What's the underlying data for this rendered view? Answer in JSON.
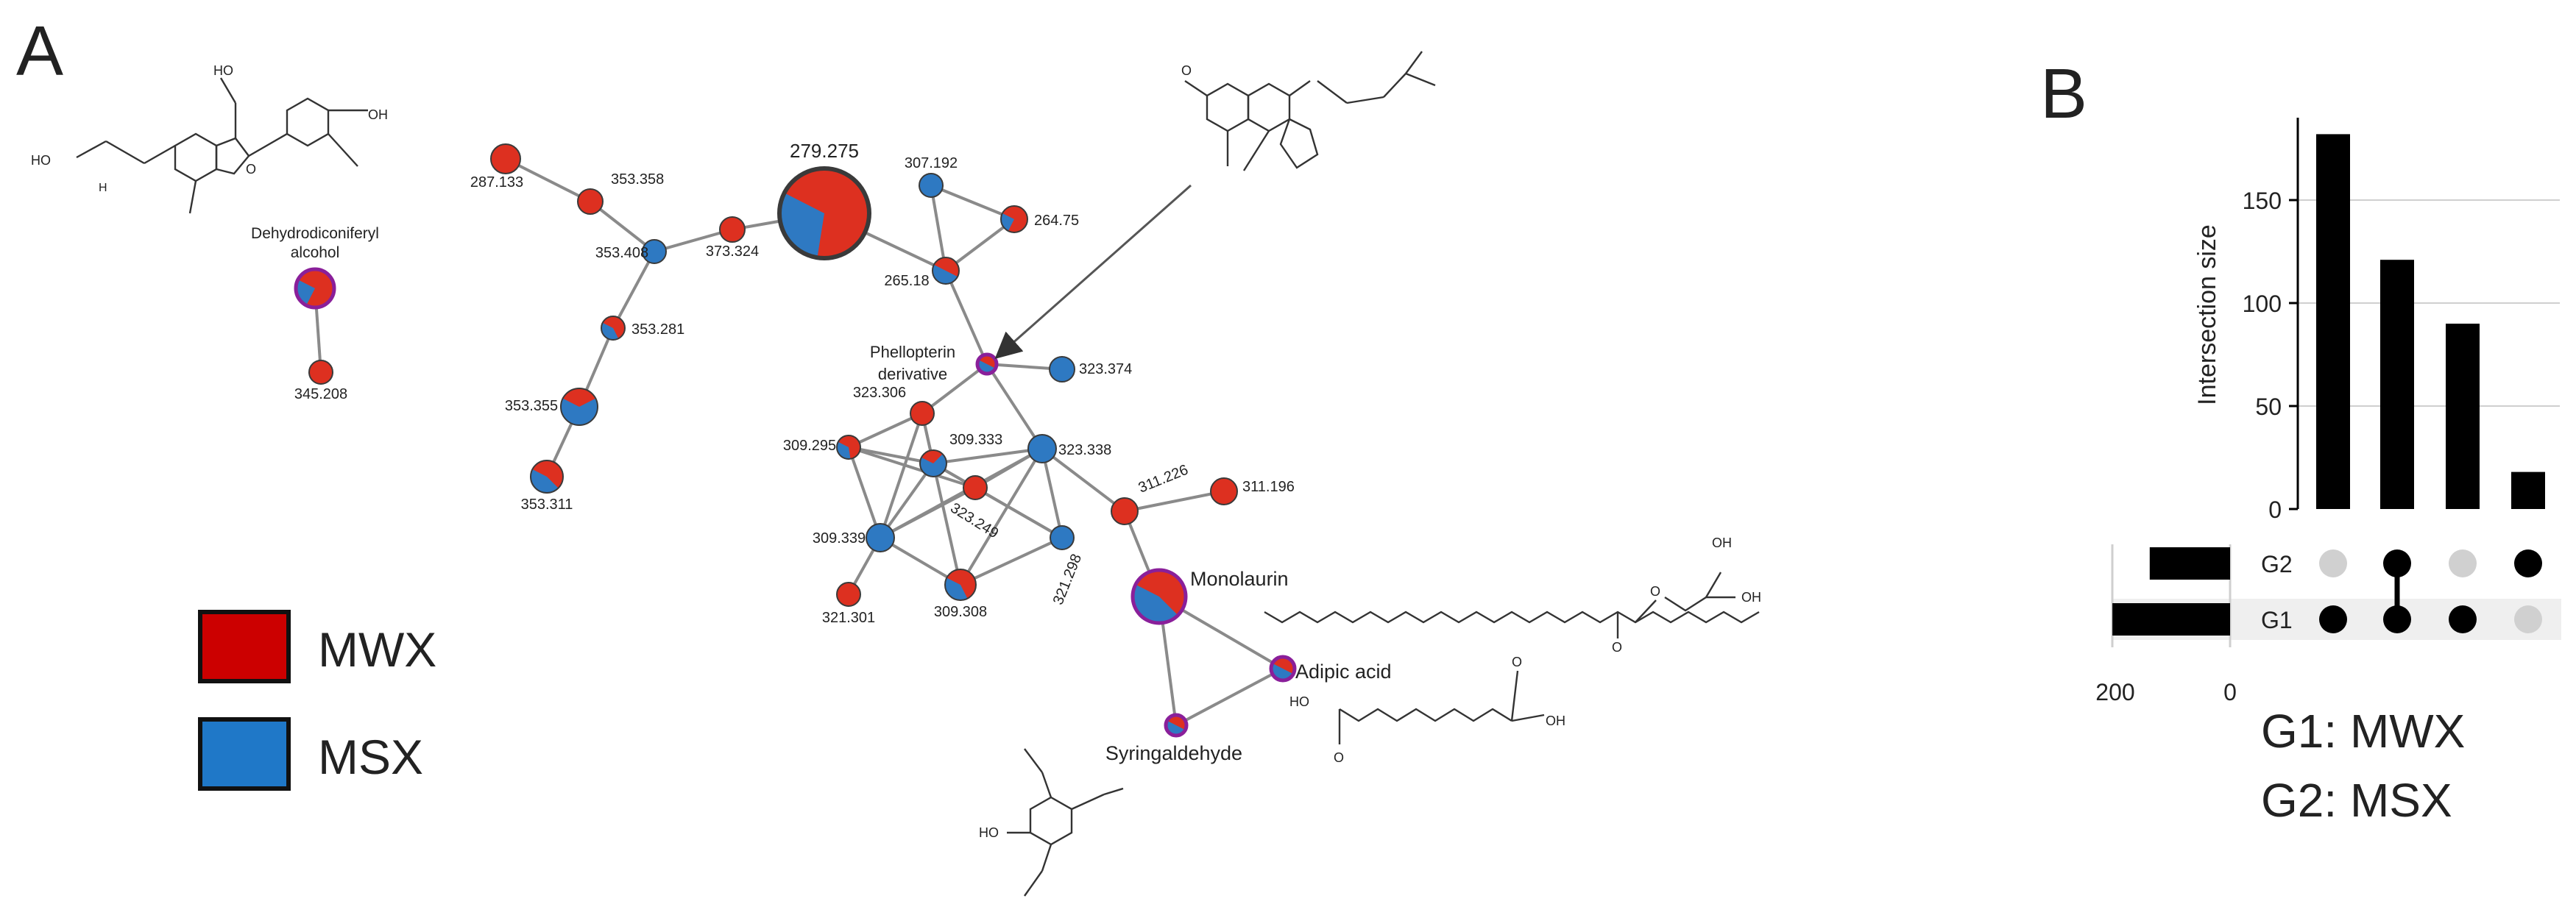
{
  "panels": {
    "a": "A",
    "b": "B"
  },
  "colors": {
    "mwx": "#dd3020",
    "msx": "#2e79c2",
    "edge": "#8a8a8a",
    "highlight": "#8a1f9a",
    "bar": "#000000",
    "dot_off": "#d0d0d0",
    "row_shade": "#efefef"
  },
  "legend": {
    "items": [
      {
        "label": "MWX",
        "color": "#cc0000"
      },
      {
        "label": "MSX",
        "color": "#1f78c8"
      }
    ]
  },
  "network": {
    "nodes": [
      {
        "id": "dehydro",
        "label": "",
        "mwx": 0.75,
        "highlight": true
      },
      {
        "id": "n345_208",
        "label": "345.208",
        "mwx": 1.0
      },
      {
        "id": "n287_133",
        "label": "287.133",
        "mwx": 1.0
      },
      {
        "id": "n353_358",
        "label": "353.358",
        "mwx": 1.0
      },
      {
        "id": "n353_408",
        "label": "353.408",
        "mwx": 0.0
      },
      {
        "id": "n373_324",
        "label": "373.324",
        "mwx": 1.0
      },
      {
        "id": "n279_275",
        "label": "279.275",
        "mwx": 0.7
      },
      {
        "id": "n353_281",
        "label": "353.281",
        "mwx": 0.6
      },
      {
        "id": "n353_355",
        "label": "353.355",
        "mwx": 0.35
      },
      {
        "id": "n353_311",
        "label": "353.311",
        "mwx": 0.55
      },
      {
        "id": "n307_192",
        "label": "307.192",
        "mwx": 0.0
      },
      {
        "id": "n264_75",
        "label": "264.75",
        "mwx": 0.75
      },
      {
        "id": "n265_18",
        "label": "265.18",
        "mwx": 0.5
      },
      {
        "id": "phello",
        "label": "",
        "mwx": 0.5,
        "highlight": true
      },
      {
        "id": "n323_374",
        "label": "323.374",
        "mwx": 0.0
      },
      {
        "id": "n323_306",
        "label": "323.306",
        "mwx": 1.0
      },
      {
        "id": "n309_295",
        "label": "309.295",
        "mwx": 0.65
      },
      {
        "id": "n309_333",
        "label": "309.333",
        "mwx": 0.3
      },
      {
        "id": "n323_338",
        "label": "323.338",
        "mwx": 0.0
      },
      {
        "id": "n323_249",
        "label": "323.249",
        "mwx": 1.0
      },
      {
        "id": "n309_339",
        "label": "309.339",
        "mwx": 0.0
      },
      {
        "id": "n321_298",
        "label": "321.298",
        "mwx": 0.0
      },
      {
        "id": "n309_308",
        "label": "309.308",
        "mwx": 0.6
      },
      {
        "id": "n321_301",
        "label": "321.301",
        "mwx": 1.0
      },
      {
        "id": "n311_226",
        "label": "311.226",
        "mwx": 1.0
      },
      {
        "id": "n311_196",
        "label": "311.196",
        "mwx": 1.0
      },
      {
        "id": "monolaurin",
        "label": "",
        "mwx": 0.55,
        "highlight": true
      },
      {
        "id": "adipic",
        "label": "",
        "mwx": 0.5,
        "highlight": true
      },
      {
        "id": "syringal",
        "label": "",
        "mwx": 0.5,
        "highlight": true
      }
    ],
    "edges": [
      [
        "dehydro",
        "n345_208"
      ],
      [
        "n287_133",
        "n353_358"
      ],
      [
        "n353_358",
        "n353_408"
      ],
      [
        "n353_408",
        "n373_324"
      ],
      [
        "n373_324",
        "n279_275"
      ],
      [
        "n353_408",
        "n353_281"
      ],
      [
        "n353_281",
        "n353_355"
      ],
      [
        "n353_355",
        "n353_311"
      ],
      [
        "n279_275",
        "n265_18"
      ],
      [
        "n307_192",
        "n264_75"
      ],
      [
        "n307_192",
        "n265_18"
      ],
      [
        "n264_75",
        "n265_18"
      ],
      [
        "n265_18",
        "phello"
      ],
      [
        "phello",
        "n323_374"
      ],
      [
        "phello",
        "n323_306"
      ],
      [
        "phello",
        "n323_338"
      ],
      [
        "n323_306",
        "n309_295"
      ],
      [
        "n323_306",
        "n309_333"
      ],
      [
        "n323_306",
        "n309_339"
      ],
      [
        "n323_306",
        "n309_308"
      ],
      [
        "n309_295",
        "n309_333"
      ],
      [
        "n309_295",
        "n309_339"
      ],
      [
        "n309_295",
        "n323_249"
      ],
      [
        "n309_333",
        "n323_338"
      ],
      [
        "n309_333",
        "n323_249"
      ],
      [
        "n309_333",
        "n309_339"
      ],
      [
        "n309_333",
        "n321_298"
      ],
      [
        "n323_338",
        "n309_339"
      ],
      [
        "n323_338",
        "n323_249"
      ],
      [
        "n323_338",
        "n309_308"
      ],
      [
        "n323_338",
        "n321_298"
      ],
      [
        "n323_338",
        "n311_226"
      ],
      [
        "n323_249",
        "n309_339"
      ],
      [
        "n323_249",
        "n321_298"
      ],
      [
        "n309_339",
        "n309_308"
      ],
      [
        "n309_339",
        "n321_301"
      ],
      [
        "n309_308",
        "n321_298"
      ],
      [
        "n311_226",
        "n311_196"
      ],
      [
        "n311_226",
        "monolaurin"
      ],
      [
        "monolaurin",
        "adipic"
      ],
      [
        "monolaurin",
        "syringal"
      ],
      [
        "adipic",
        "syringal"
      ]
    ]
  },
  "compound_labels": {
    "dehydro_line1": "Dehydrodiconiferyl",
    "dehydro_line2": "alcohol",
    "phello_line1": "Phellopterin",
    "phello_line2": "derivative",
    "monolaurin": "Monolaurin",
    "adipic": "Adipic acid",
    "syringal": "Syringaldehyde"
  },
  "structure_text": {
    "ho": "HO",
    "oh": "OH",
    "h": "H",
    "o": "O"
  },
  "upset": {
    "ylabel": "Intersection size",
    "y_ticks": [
      "0",
      "50",
      "100",
      "150"
    ],
    "set_size_ticks": [
      "200",
      "0"
    ],
    "sets": [
      {
        "name": "G2",
        "size": 140
      },
      {
        "name": "G1",
        "size": 205
      }
    ],
    "intersections": [
      {
        "size": 182,
        "members": [
          "G1"
        ]
      },
      {
        "size": 121,
        "members": [
          "G1",
          "G2"
        ]
      },
      {
        "size": 90,
        "members": [
          "G1"
        ]
      },
      {
        "size": 18,
        "members": [
          "G2"
        ]
      }
    ],
    "legend_lines": [
      "G1: MWX",
      "G2: MSX"
    ]
  }
}
